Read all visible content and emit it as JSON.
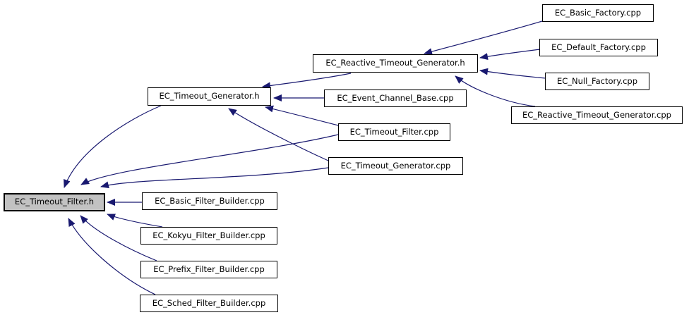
{
  "graph": {
    "kind": "doxygen-included-by-dependency-graph",
    "colors": {
      "edge": "#191970",
      "node_fill": "#ffffff",
      "node_border": "#000000",
      "highlighted_node_fill": "#c2c2c2",
      "background": "#ffffff",
      "text": "#000000"
    },
    "nodes": [
      {
        "label": "EC_Timeout_Filter.h",
        "highlighted": true
      },
      {
        "label": "EC_Timeout_Generator.h",
        "highlighted": false
      },
      {
        "label": "EC_Reactive_Timeout_Generator.h",
        "highlighted": false
      },
      {
        "label": "EC_Basic_Factory.cpp",
        "highlighted": false
      },
      {
        "label": "EC_Default_Factory.cpp",
        "highlighted": false
      },
      {
        "label": "EC_Null_Factory.cpp",
        "highlighted": false
      },
      {
        "label": "EC_Reactive_Timeout_Generator.cpp",
        "highlighted": false
      },
      {
        "label": "EC_Event_Channel_Base.cpp",
        "highlighted": false
      },
      {
        "label": "EC_Timeout_Filter.cpp",
        "highlighted": false
      },
      {
        "label": "EC_Timeout_Generator.cpp",
        "highlighted": false
      },
      {
        "label": "EC_Basic_Filter_Builder.cpp",
        "highlighted": false
      },
      {
        "label": "EC_Kokyu_Filter_Builder.cpp",
        "highlighted": false
      },
      {
        "label": "EC_Prefix_Filter_Builder.cpp",
        "highlighted": false
      },
      {
        "label": "EC_Sched_Filter_Builder.cpp",
        "highlighted": false
      }
    ],
    "edges": [
      {
        "from": "EC_Timeout_Generator.h",
        "to": "EC_Timeout_Filter.h"
      },
      {
        "from": "EC_Timeout_Filter.cpp",
        "to": "EC_Timeout_Filter.h"
      },
      {
        "from": "EC_Timeout_Generator.cpp",
        "to": "EC_Timeout_Filter.h"
      },
      {
        "from": "EC_Basic_Filter_Builder.cpp",
        "to": "EC_Timeout_Filter.h"
      },
      {
        "from": "EC_Kokyu_Filter_Builder.cpp",
        "to": "EC_Timeout_Filter.h"
      },
      {
        "from": "EC_Prefix_Filter_Builder.cpp",
        "to": "EC_Timeout_Filter.h"
      },
      {
        "from": "EC_Sched_Filter_Builder.cpp",
        "to": "EC_Timeout_Filter.h"
      },
      {
        "from": "EC_Reactive_Timeout_Generator.h",
        "to": "EC_Timeout_Generator.h"
      },
      {
        "from": "EC_Event_Channel_Base.cpp",
        "to": "EC_Timeout_Generator.h"
      },
      {
        "from": "EC_Timeout_Filter.cpp",
        "to": "EC_Timeout_Generator.h"
      },
      {
        "from": "EC_Timeout_Generator.cpp",
        "to": "EC_Timeout_Generator.h"
      },
      {
        "from": "EC_Basic_Factory.cpp",
        "to": "EC_Reactive_Timeout_Generator.h"
      },
      {
        "from": "EC_Default_Factory.cpp",
        "to": "EC_Reactive_Timeout_Generator.h"
      },
      {
        "from": "EC_Null_Factory.cpp",
        "to": "EC_Reactive_Timeout_Generator.h"
      },
      {
        "from": "EC_Reactive_Timeout_Generator.cpp",
        "to": "EC_Reactive_Timeout_Generator.h"
      }
    ]
  }
}
